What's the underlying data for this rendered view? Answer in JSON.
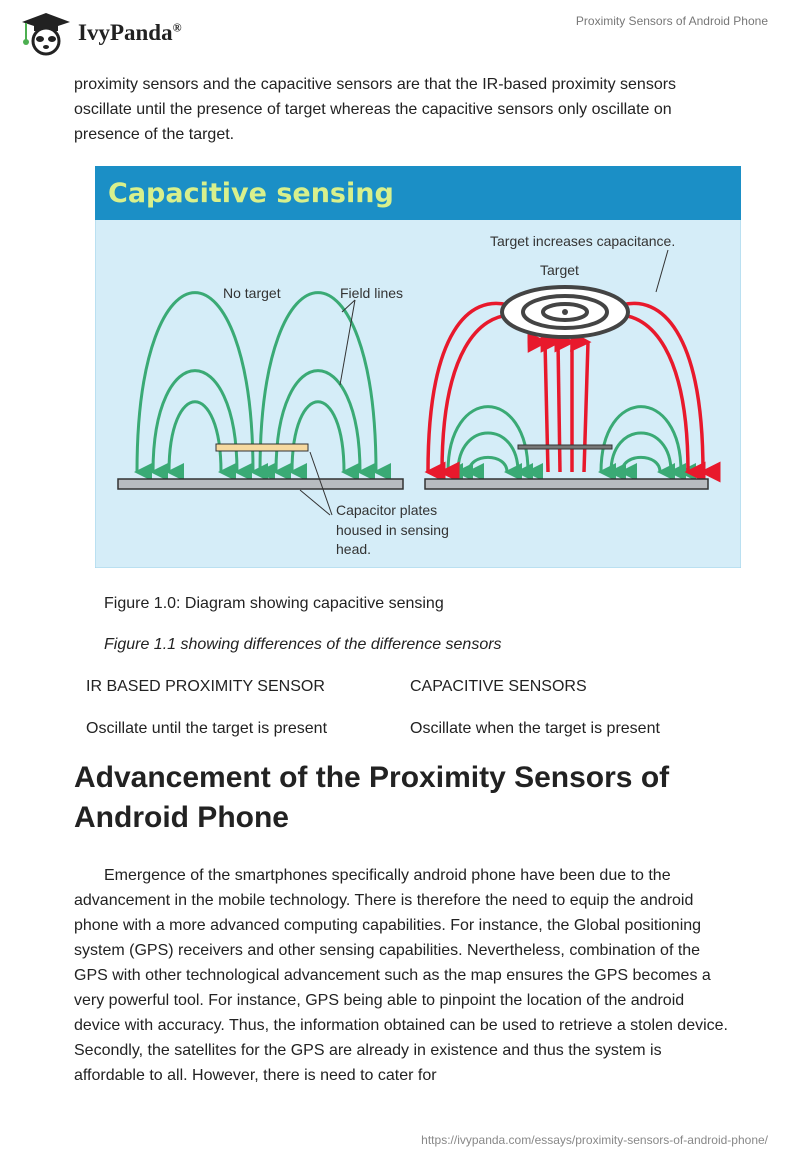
{
  "header": {
    "logo_text": "IvyPanda",
    "logo_mark": "®",
    "title": "Proximity Sensors of Android Phone"
  },
  "intro_paragraph": "proximity sensors and the capacitive sensors are that the IR-based proximity sensors oscillate until the presence of target whereas the capacitive sensors only oscillate on presence of the target.",
  "figure": {
    "title": "Capacitive sensing",
    "labels": {
      "no_target": "No target",
      "field_lines": "Field lines",
      "target_increases": "Target increases capacitance.",
      "target": "Target",
      "plates_1": "Capacitor plates",
      "plates_2": "housed in sensing",
      "plates_3": "head."
    },
    "colors": {
      "header": "#1b8fc6",
      "title": "#d8f08c",
      "background": "#d5edf8",
      "field": "#3aaa75",
      "red": "#e8192c"
    },
    "caption": "Figure 1.0: Diagram showing capacitive sensing"
  },
  "table_caption": "Figure 1.1 showing differences of the difference sensors",
  "table": {
    "headers": [
      "IR BASED PROXIMITY SENSOR",
      "CAPACITIVE SENSORS"
    ],
    "rows": [
      [
        "Oscillate until the target is present",
        "Oscillate when the target is present"
      ]
    ]
  },
  "section_heading": "Advancement of the Proximity Sensors of Android Phone",
  "section_paragraph": "Emergence of the smartphones specifically android phone have been due to the advancement in the mobile technology. There is therefore the need to equip the android phone with a more advanced computing capabilities. For instance, the Global positioning system (GPS) receivers and other sensing capabilities. Nevertheless, combination of the GPS with other technological advancement such as the map ensures the GPS becomes a very powerful tool. For instance, GPS being able to pinpoint the location of the android device with accuracy. Thus, the information obtained can be used to retrieve a stolen device. Secondly, the satellites for the GPS are already in existence and thus the system is affordable to all. However, there is need to cater for",
  "footer_url": "https://ivypanda.com/essays/proximity-sensors-of-android-phone/"
}
